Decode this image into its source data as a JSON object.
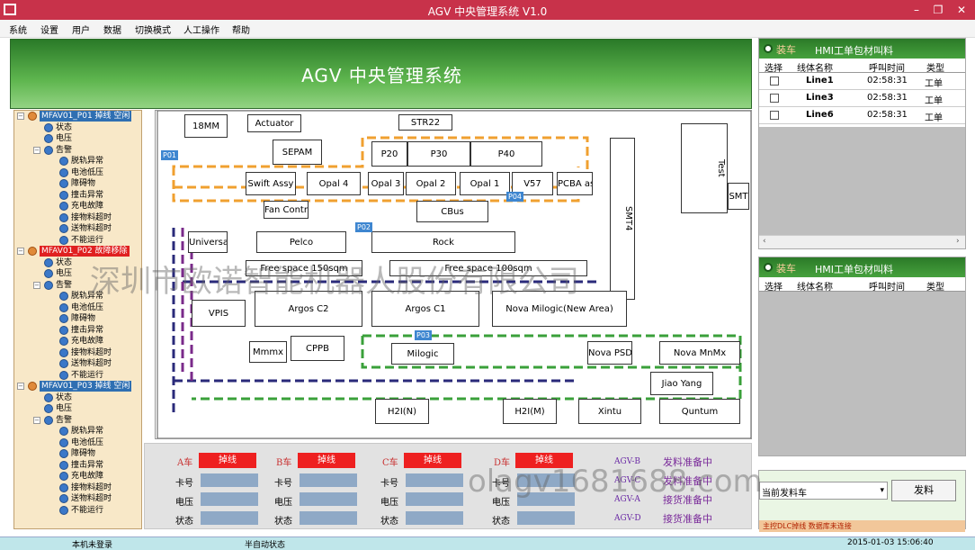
{
  "window": {
    "title": "AGV 中央管理系统 V1.0",
    "min": "–",
    "restore": "❐",
    "close": "✕"
  },
  "menu": [
    "系统",
    "设置",
    "用户",
    "数据",
    "切换模式",
    "人工操作",
    "帮助"
  ],
  "header": {
    "title": "AGV 中央管理系统"
  },
  "tree": {
    "cars": [
      {
        "label": "MFAV01_P01 掉线 空闲",
        "fault": false,
        "items": [
          "状态",
          "电压",
          "告警"
        ],
        "alarms": [
          "脱轨异常",
          "电池低压",
          "障碍物",
          "撞击异常",
          "充电故障",
          "接物料超时",
          "送物料超时",
          "不能运行"
        ]
      },
      {
        "label": "MFAV01_P02 故障移除",
        "fault": true,
        "items": [
          "状态",
          "电压",
          "告警"
        ],
        "alarms": [
          "脱轨异常",
          "电池低压",
          "障碍物",
          "撞击异常",
          "充电故障",
          "接物料超时",
          "送物料超时",
          "不能运行"
        ]
      },
      {
        "label": "MFAV01_P03 掉线 空闲",
        "fault": false,
        "items": [
          "状态",
          "电压",
          "告警"
        ],
        "alarms": [
          "脱轨异常",
          "电池低压",
          "障碍物",
          "撞击异常",
          "充电故障",
          "接物料超时",
          "送物料超时",
          "不能运行"
        ]
      }
    ]
  },
  "map": {
    "points": [
      "P01",
      "P02",
      "P03",
      "P04"
    ],
    "rooms": [
      "18MM",
      "Actuator",
      "STR22",
      "SEPAM",
      "P20",
      "P30",
      "P40",
      "Swift Assy",
      "Opal 4",
      "Opal 3",
      "Opal 2",
      "Opal 1",
      "V57",
      "PCBA assy",
      "SMT4",
      "Test",
      "SMT",
      "Pelco",
      "Rock",
      "Universal",
      "Free space 150sqm",
      "Free space 100sqm",
      "VPIS",
      "Argos C2",
      "Argos C1",
      "Nova Milogic(New Area)",
      "CPPB",
      "Mmmx",
      "Milogic",
      "Nova PSDB",
      "Nova MnMx",
      "Jiao Yang",
      "Xintu",
      "Quntum",
      "H2I(N)",
      "H2I(M)",
      "Fan Controller",
      "CBus"
    ]
  },
  "status": {
    "cars": [
      {
        "name": "A车",
        "state": "掉线",
        "fields": [
          "卡号",
          "电压",
          "状态"
        ]
      },
      {
        "name": "B车",
        "state": "掉线",
        "fields": [
          "卡号",
          "电压",
          "状态"
        ]
      },
      {
        "name": "C车",
        "state": "掉线",
        "fields": [
          "卡号",
          "电压",
          "状态"
        ]
      },
      {
        "name": "D车",
        "state": "掉线",
        "fields": [
          "卡号",
          "电压",
          "状态"
        ]
      }
    ],
    "agv": [
      {
        "id": "AGV-B",
        "task": "发料准备中"
      },
      {
        "id": "AGV-C",
        "task": "发料准备中"
      },
      {
        "id": "AGV-A",
        "task": "接货准备中"
      },
      {
        "id": "AGV-D",
        "task": "接货准备中"
      }
    ]
  },
  "panel1": {
    "tab": "装车",
    "title": "HMI工单包材叫料",
    "headers": [
      "选择",
      "线体名称",
      "呼叫时间",
      "类型"
    ],
    "rows": [
      {
        "line": "Line1",
        "time": "02:58:31",
        "type": "工单"
      },
      {
        "line": "Line3",
        "time": "02:58:31",
        "type": "工单"
      },
      {
        "line": "Line6",
        "time": "02:58:31",
        "type": "工单"
      }
    ],
    "scroll_left": "‹",
    "scroll_right": "›"
  },
  "panel2": {
    "tab": "装车",
    "title": "HMI工单包材叫料",
    "headers": [
      "选择",
      "线体名称",
      "呼叫时间",
      "类型"
    ]
  },
  "command": {
    "select": "当前发料车",
    "arrow": "▾",
    "send": "发料"
  },
  "plc": {
    "text": "主控DLC掉线  数据库未连接"
  },
  "statusbar": {
    "login": "本机未登录",
    "mode": "半自动状态",
    "datetime": "2015-01-03 15:06:40"
  },
  "watermark": {
    "company": "深圳市欧诺智能机器人股份有限公司",
    "site": "olagv1681688.com"
  }
}
